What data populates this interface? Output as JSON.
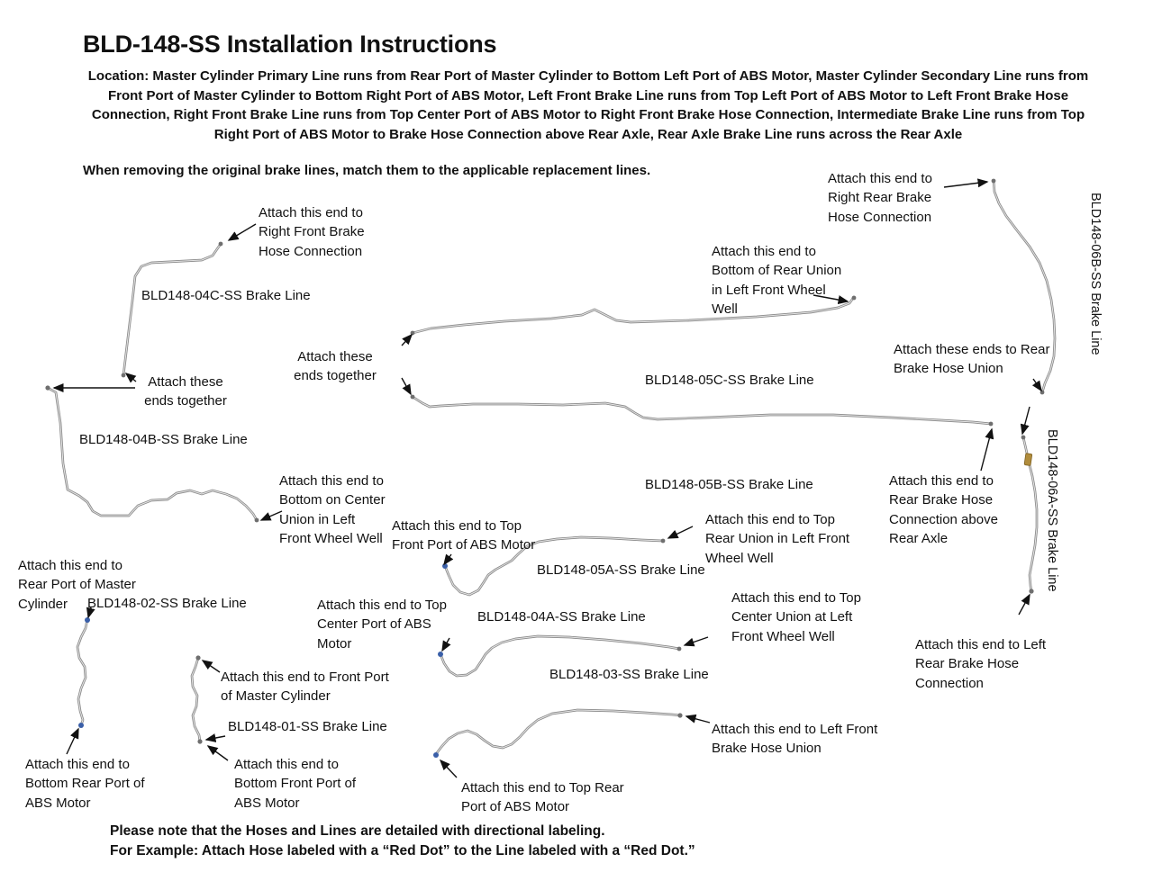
{
  "title": "BLD-148-SS Installation Instructions",
  "location_paragraph": "Location: Master Cylinder Primary Line runs from Rear Port of Master Cylinder to Bottom Left Port of ABS Motor, Master Cylinder Secondary Line runs from Front Port of Master Cylinder to Bottom Right Port of ABS Motor, Left Front Brake Line runs from Top Left Port of ABS Motor to Left Front Brake Hose Connection, Right Front Brake Line runs from Top Center Port of ABS Motor to Right Front Brake Hose Connection, Intermediate Brake Line runs from Top Right Port of ABS Motor to Brake Hose Connection above Rear Axle, Rear Axle Brake Line runs across the Rear Axle",
  "intro_note": "When removing the original brake lines, match them to the applicable replacement lines.",
  "labels": {
    "line_04c": "BLD148-04C-SS Brake Line",
    "line_04b": "BLD148-04B-SS Brake Line",
    "line_05c": "BLD148-05C-SS Brake Line",
    "line_05b": "BLD148-05B-SS Brake Line",
    "line_05a": "BLD148-05A-SS Brake Line",
    "line_04a": "BLD148-04A-SS Brake Line",
    "line_03": "BLD148-03-SS Brake Line",
    "line_02": "BLD148-02-SS Brake Line",
    "line_01": "BLD148-01-SS Brake Line",
    "line_06b": "BLD148-06B-SS Brake Line",
    "line_06a": "BLD148-06A-SS Brake Line"
  },
  "annotations": {
    "right_front_hose": "Attach this end to Right Front Brake Hose Connection",
    "right_rear_hose": "Attach this end to Right Rear Brake Hose Connection",
    "bottom_rear_union": "Attach this end to Bottom of Rear Union in Left Front Wheel Well",
    "ends_together_center": "Attach these ends together",
    "ends_together_left": "Attach these ends together",
    "ends_rear_hose_union": "Attach these ends to Rear Brake Hose Union",
    "bottom_center_union": "Attach this end to Bottom on Center Union in Left Front Wheel Well",
    "top_front_port": "Attach this end to Top Front Port of ABS Motor",
    "top_rear_union": "Attach this end to Top Rear Union in Left Front Wheel Well",
    "rear_hose_above_axle": "Attach this end to Rear Brake Hose Connection above Rear Axle",
    "rear_port_master": "Attach this end to Rear Port of Master Cylinder",
    "top_center_port": "Attach this end to Top Center Port of ABS Motor",
    "top_center_union": "Attach this end to Top Center Union at Left Front Wheel Well",
    "left_rear_hose": "Attach this end to Left Rear Brake Hose Connection",
    "front_port_master": "Attach this end to Front Port of Master Cylinder",
    "bottom_rear_port": "Attach this end to Bottom Rear Port of ABS Motor",
    "bottom_front_port": "Attach this end to Bottom Front Port of ABS Motor",
    "top_rear_port": "Attach this end to Top Rear Port of ABS Motor",
    "left_front_hose_union": "Attach this end to Left Front Brake Hose Union"
  },
  "footer": {
    "line1": "Please note that the Hoses and Lines are detailed with directional labeling.",
    "line2": "For Example: Attach Hose labeled with a “Red Dot” to the Line labeled with a “Red Dot.”"
  },
  "colors": {
    "line_stroke": "#8a8a8a",
    "fitting_blue": "#3a5fa8",
    "fitting_gold": "#b08c3c",
    "text": "#111111"
  }
}
